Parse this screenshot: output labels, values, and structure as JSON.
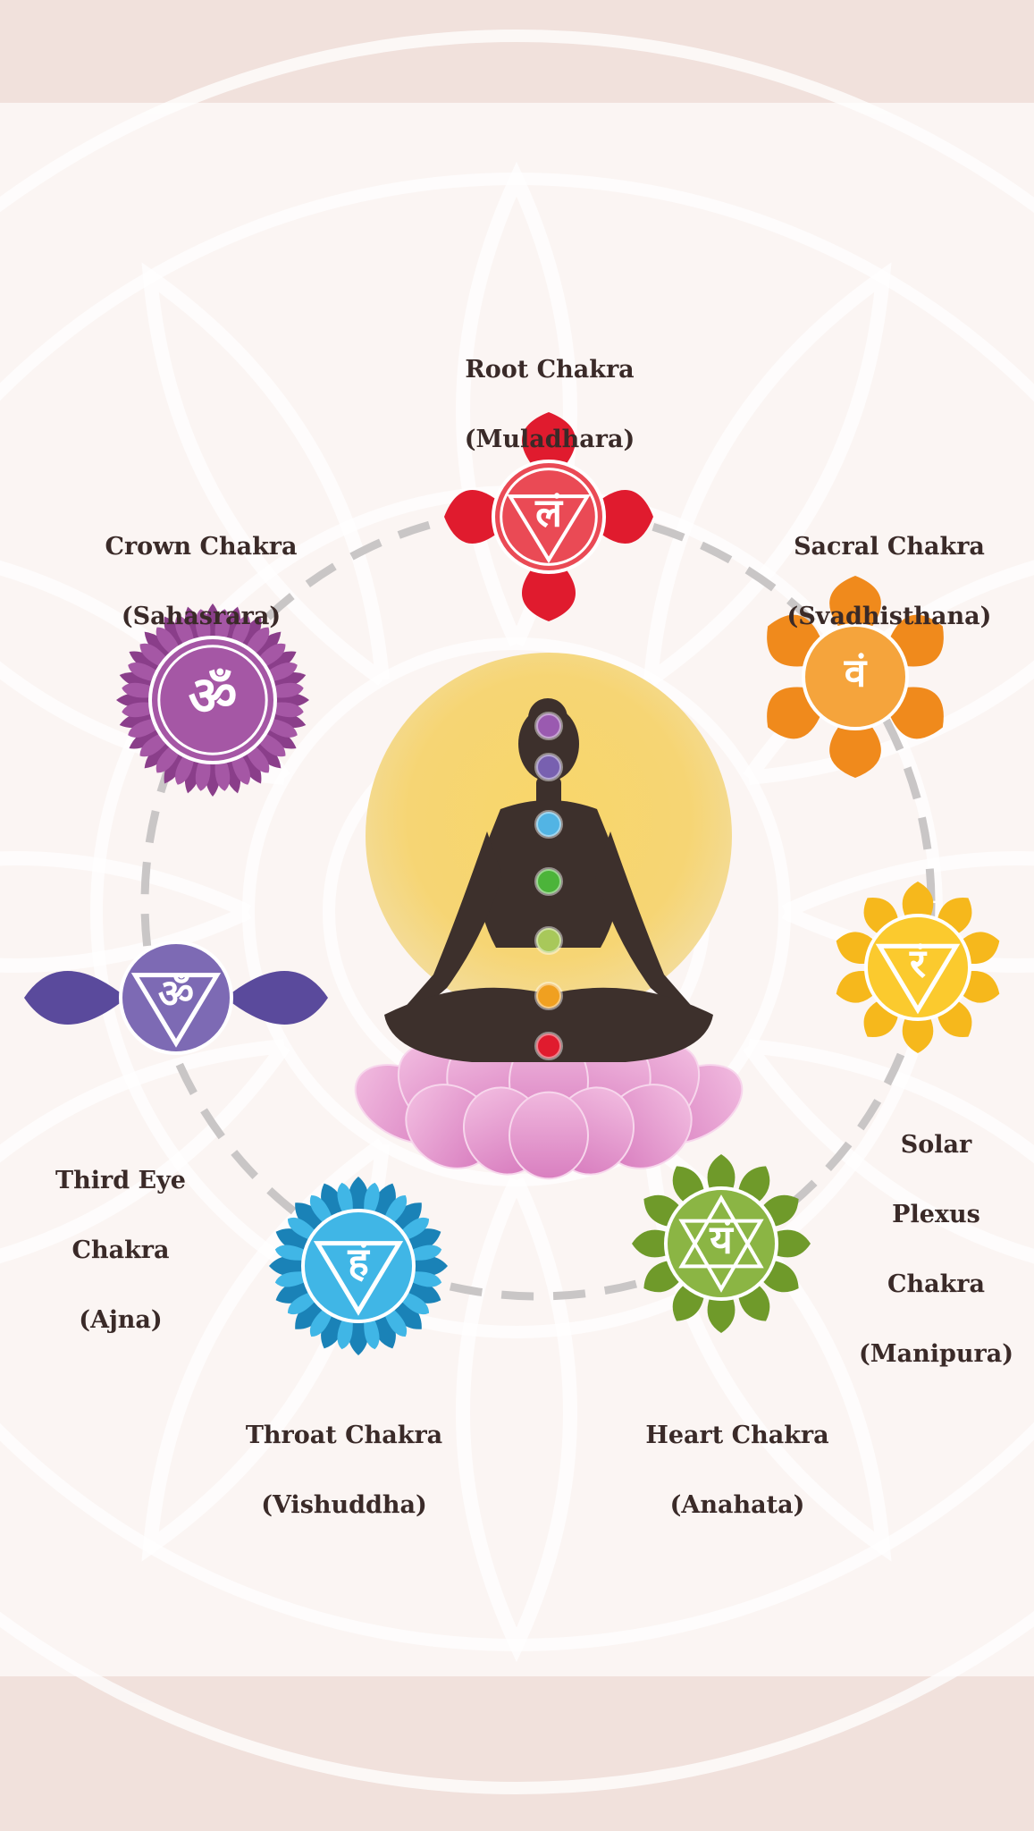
{
  "chakras": [
    {
      "id": "root",
      "name": "Root Chakra",
      "sanskrit": "(Muladhara)",
      "bija": "लं",
      "color": "#e01b2e",
      "inner": "#ea4a55"
    },
    {
      "id": "sacral",
      "name": "Sacral Chakra",
      "sanskrit": "(Svadhisthana)",
      "bija": "वं",
      "color": "#f08a1c",
      "inner": "#f5a43c"
    },
    {
      "id": "solar",
      "name": "Solar Plexus Chakra",
      "sanskrit": "(Manipura)",
      "bija": "रं",
      "color": "#f6b81c",
      "inner": "#fbca2e"
    },
    {
      "id": "heart",
      "name": "Heart Chakra",
      "sanskrit": "(Anahata)",
      "bija": "यं",
      "color": "#6f9a2a",
      "inner": "#8bb544"
    },
    {
      "id": "throat",
      "name": "Throat Chakra",
      "sanskrit": "(Vishuddha)",
      "bija": "हं",
      "color": "#1a82b7",
      "inner": "#40b6e6"
    },
    {
      "id": "thirdeye",
      "name": "Third Eye Chakra",
      "sanskrit": "(Ajna)",
      "bija": "ॐ",
      "color": "#5a4a9c",
      "inner": "#7d6ab4"
    },
    {
      "id": "crown",
      "name": "Crown Chakra",
      "sanskrit": "(Sahasrara)",
      "bija": "ॐ",
      "color": "#8a3e8a",
      "inner": "#a557a5"
    }
  ],
  "labels": {
    "root": [
      "Root Chakra",
      "(Muladhara)"
    ],
    "sacral": [
      "Sacral Chakra",
      "(Svadhisthana)"
    ],
    "solar": [
      "Solar",
      "Plexus",
      "Chakra",
      "(Manipura)"
    ],
    "heart": [
      "Heart Chakra",
      "(Anahata)"
    ],
    "throat": [
      "Throat Chakra",
      "(Vishuddha)"
    ],
    "thirdeye": [
      "Third Eye",
      "Chakra",
      "(Ajna)"
    ],
    "crown": [
      "Crown Chakra",
      "(Sahasrara)"
    ]
  },
  "colors": {
    "background": "#f1e1dc",
    "panel": "#fbf5f3",
    "dash": "#c9c6c6",
    "silhouette": "#3d302c",
    "sun": "#f6d36a",
    "lotus": "#e7a3d2"
  },
  "body_dots": [
    "#9a5ab0",
    "#7860b0",
    "#52b4e4",
    "#4cb43a",
    "#a8c85a",
    "#f0a020",
    "#e01b2e"
  ]
}
